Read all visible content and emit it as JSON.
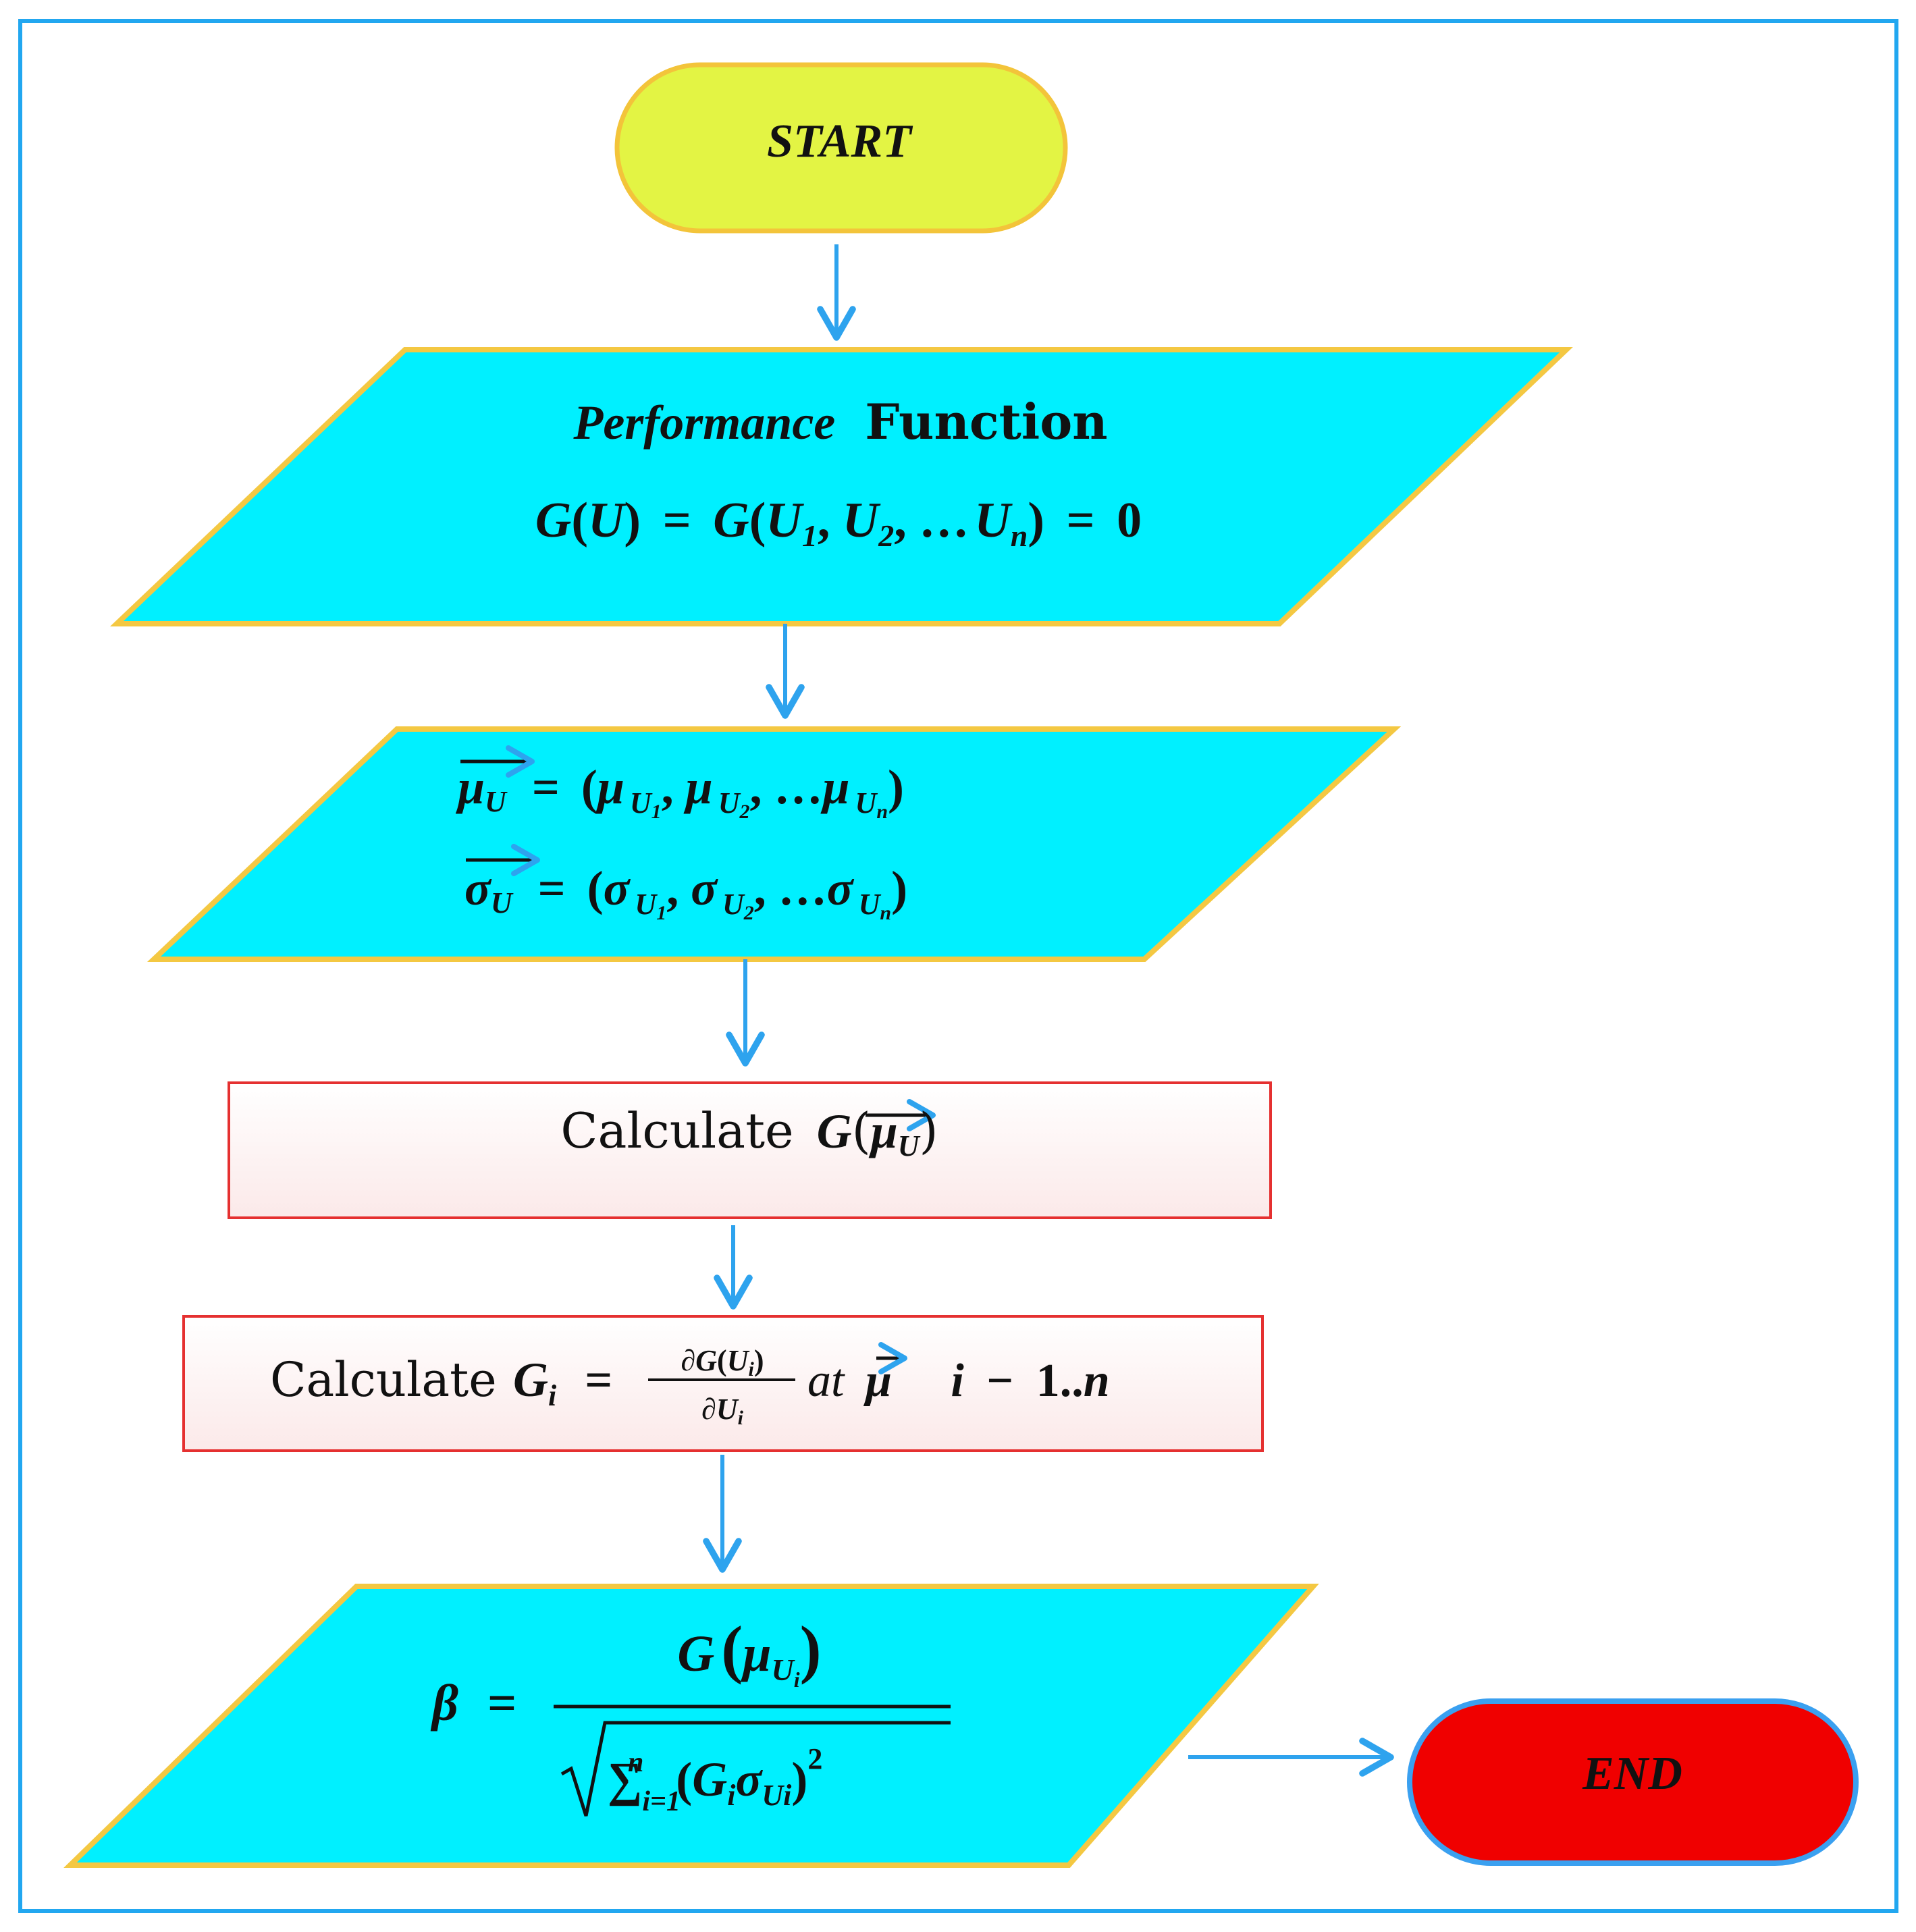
{
  "colors": {
    "frame": "#22a7f0",
    "arrow": "#2ea3ee",
    "start_fill": "#e3f444",
    "start_stroke": "#f3c43a",
    "para_fill": "#00f0ff",
    "para_stroke": "#f4c842",
    "box_stroke": "#e53030",
    "box_fill_top": "#ffffff",
    "box_fill_bottom": "#fbe9e9",
    "end_fill": "#f00000",
    "end_stroke": "#3aa0f0",
    "text": "#111111"
  },
  "nodes": {
    "start": {
      "label": "START"
    },
    "performance": {
      "title_italic": "Performance",
      "title_regular": "Function",
      "formula": {
        "lhs_func": "G",
        "lhs_arg": "U",
        "equals": "=",
        "rhs_func": "G",
        "var": "U",
        "sub1": "1",
        "sub2": "2",
        "ellipsis": "…",
        "subn": "n",
        "equals2": "=",
        "zero": "0"
      }
    },
    "moments": {
      "mu_symbol": "μ",
      "sigma_symbol": "σ",
      "var": "U",
      "sub1": "1",
      "sub2": "2",
      "subn": "n",
      "equals": "=",
      "ellipsis": "…"
    },
    "calc_g": {
      "label": "Calculate",
      "func": "G",
      "mu_symbol": "μ",
      "var": "U"
    },
    "calc_gi": {
      "label": "Calculate",
      "func": "G",
      "sub_i": "i",
      "equals": "=",
      "partial": "∂",
      "var": "U",
      "at": "at",
      "mu_symbol": "μ",
      "index": "i",
      "minus": "−",
      "range": "1..",
      "n": "n"
    },
    "beta": {
      "symbol": "β",
      "equals": "=",
      "func": "G",
      "mu_symbol": "μ",
      "var": "U",
      "sub_i": "i",
      "sum": "∑",
      "sum_lower": "i=1",
      "sum_upper": "n",
      "sigma_symbol": "σ",
      "exp": "2"
    },
    "end": {
      "label": "END"
    }
  }
}
